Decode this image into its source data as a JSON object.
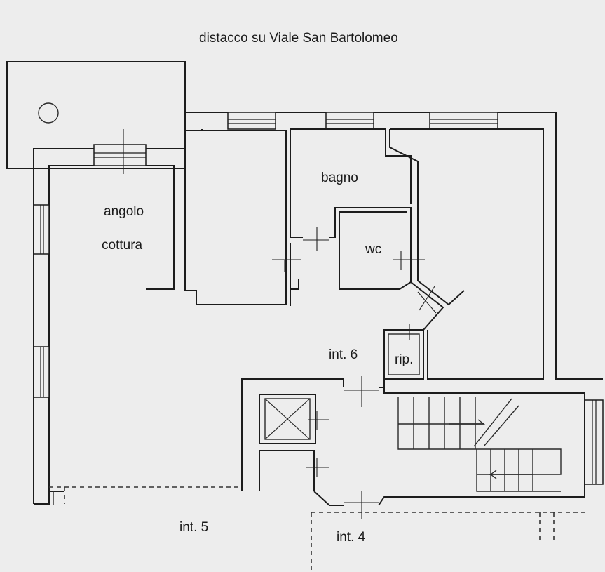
{
  "header": {
    "title": "distacco su Viale San Bartolomeo"
  },
  "rooms": {
    "kitchen_line1": "angolo",
    "kitchen_line2": "cottura",
    "bathroom": "bagno",
    "wc": "wc",
    "storage": "rip."
  },
  "units": {
    "int6": "int. 6",
    "int5": "int. 5",
    "int4": "int. 4"
  }
}
